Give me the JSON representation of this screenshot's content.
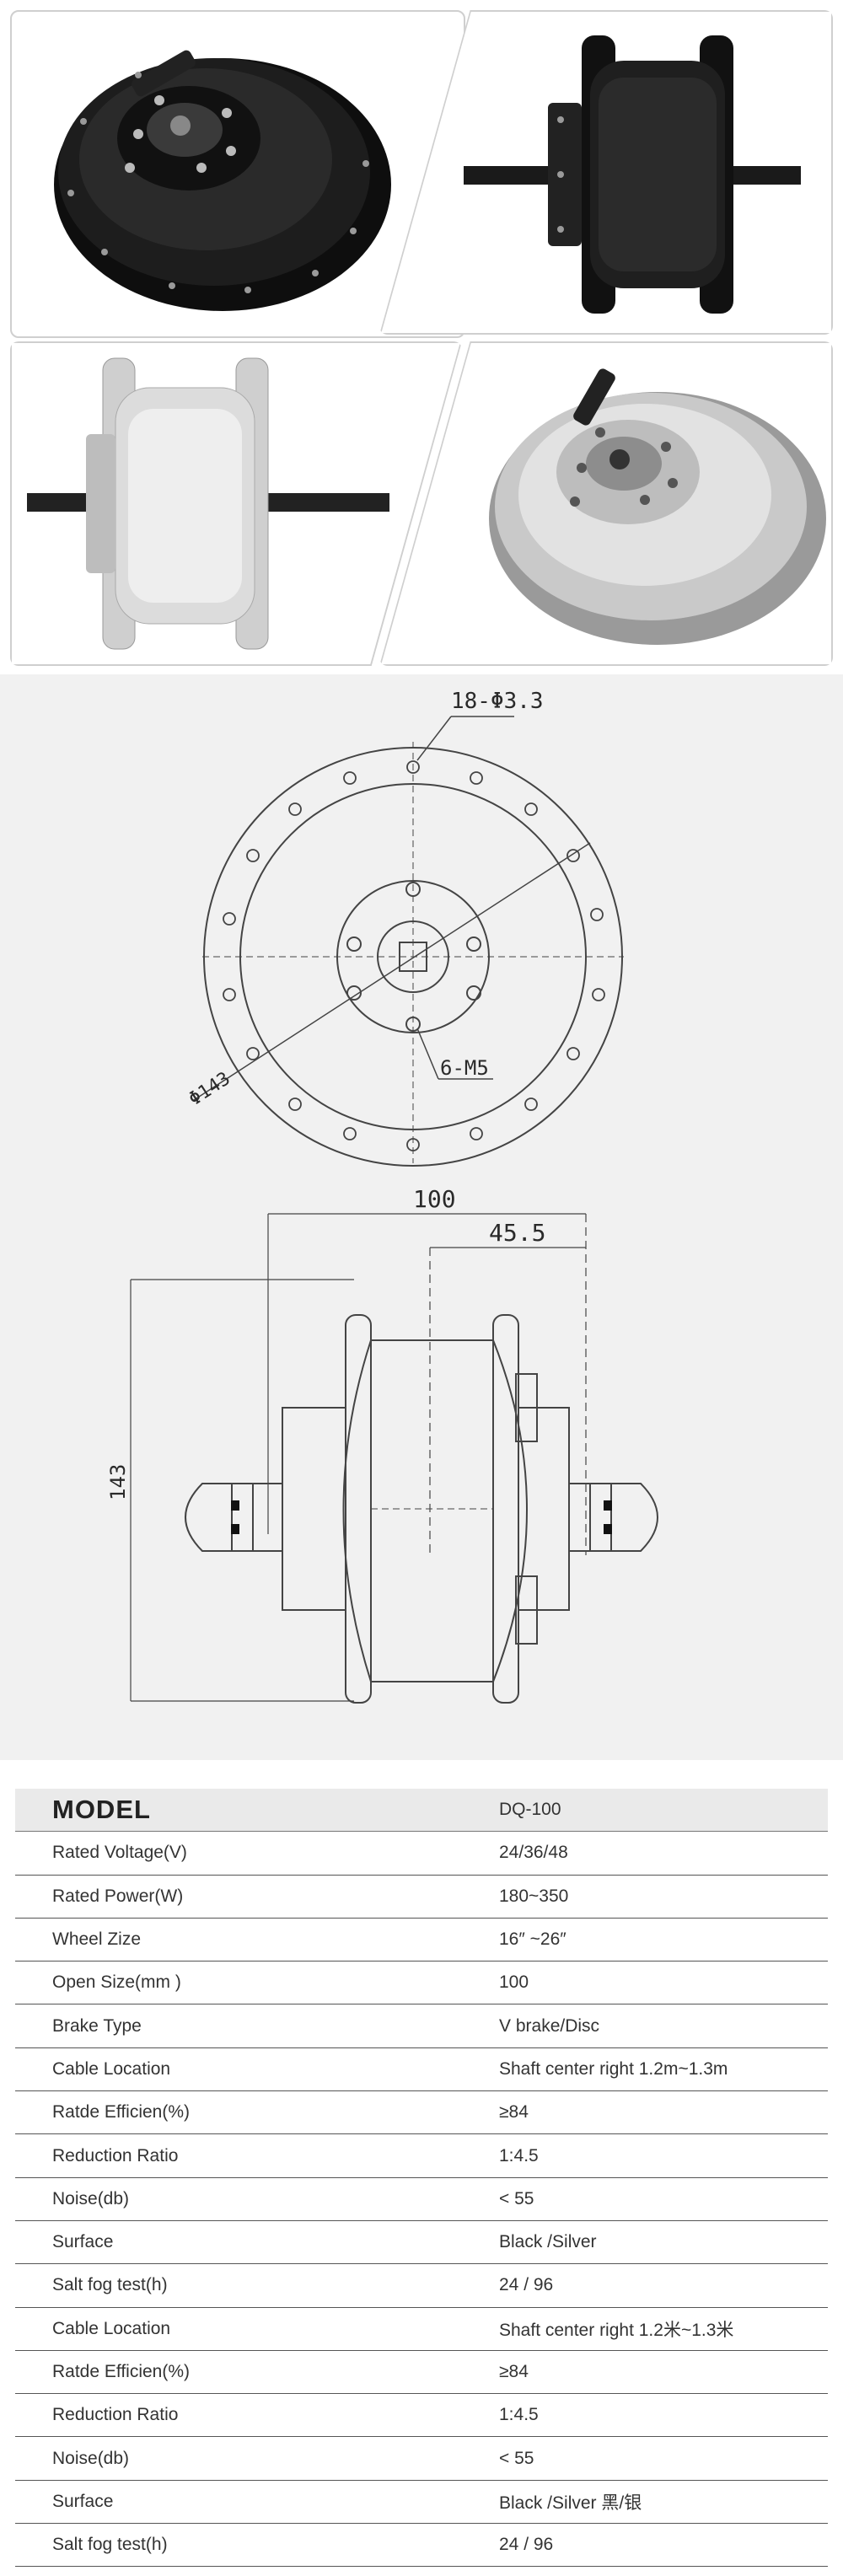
{
  "photos": [
    {
      "name": "black-motor-angled",
      "color": "#1a1a1a"
    },
    {
      "name": "black-motor-side",
      "color": "#1a1a1a"
    },
    {
      "name": "silver-motor-side",
      "color": "#c8c8c8"
    },
    {
      "name": "silver-motor-angled",
      "color": "#c8c8c8"
    }
  ],
  "drawing": {
    "hole_label": "18-Φ3.3",
    "thread_label": "6-M5",
    "flange_diameter_label": "Φ143",
    "width_label": "100",
    "offset_label": "45.5",
    "height_label": "143"
  },
  "specs": {
    "header": {
      "label": "MODEL",
      "value": "DQ-100"
    },
    "rows": [
      {
        "label": "Rated Voltage(V)",
        "value": "24/36/48"
      },
      {
        "label": "Rated Power(W)",
        "value": "180~350"
      },
      {
        "label": "Wheel Zize",
        "value": "16″ ~26″"
      },
      {
        "label": "Open Size(mm )",
        "value": "100"
      },
      {
        "label": "Brake Type",
        "value": "V brake/Disc"
      },
      {
        "label": "Cable Location",
        "value": "Shaft center right 1.2m~1.3m"
      },
      {
        "label": "Ratde Efficien(%)",
        "value": "≥84"
      },
      {
        "label": "Reduction Ratio",
        "value": "1:4.5"
      },
      {
        "label": "Noise(db)",
        "value": "< 55"
      },
      {
        "label": "Surface",
        "value": "Black /Silver"
      },
      {
        "label": "Salt fog test(h)",
        "value": "24 / 96"
      },
      {
        "label": "Cable Location",
        "value": "Shaft center right 1.2米~1.3米"
      },
      {
        "label": "Ratde Efficien(%)",
        "value": "≥84"
      },
      {
        "label": "Reduction Ratio",
        "value": "1:4.5"
      },
      {
        "label": "Noise(db)",
        "value": "< 55"
      },
      {
        "label": "Surface",
        "value": "Black /Silver  黑/银"
      },
      {
        "label": "Salt fog test(h)",
        "value": "24 / 96"
      }
    ]
  }
}
